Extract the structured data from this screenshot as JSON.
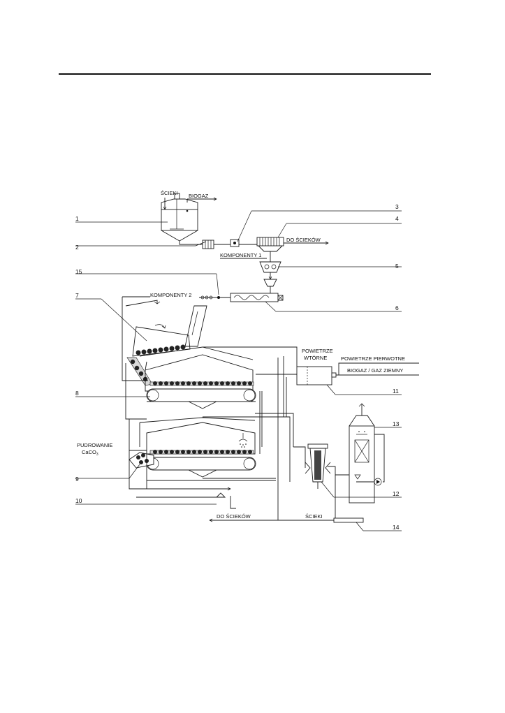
{
  "labels": {
    "scieki_top": "ŚCIEKI",
    "biogaz": "BIOGAZ",
    "do_sciekow_top": "DO ŚCIEKÓW",
    "komponenty1": "KOMPONENTY 1",
    "komponenty2": "KOMPONENTY 2",
    "powietrze_wtorne_1": "POWIETRZE",
    "powietrze_wtorne_2": "WTÓRNE",
    "powietrze_pierwotne": "POWIETRZE PIERWOTNE",
    "biogaz_gaz_ziemny": "BIOGAZ / GAZ ZIEMNY",
    "pudrowanie": "PUDROWANIE",
    "caco3_main": "CaCO",
    "caco3_sub": "3",
    "do_sciekow_bottom": "DO ŚCIEKÓW",
    "scieki_bottom": "ŚCIEKI"
  },
  "callouts": [
    "1",
    "2",
    "3",
    "4",
    "5",
    "6",
    "7",
    "8",
    "9",
    "10",
    "11",
    "12",
    "13",
    "14",
    "15"
  ],
  "colors": {
    "line": "#1a1a1a",
    "belt": "#d8d8d8",
    "pellet": "#222222"
  }
}
